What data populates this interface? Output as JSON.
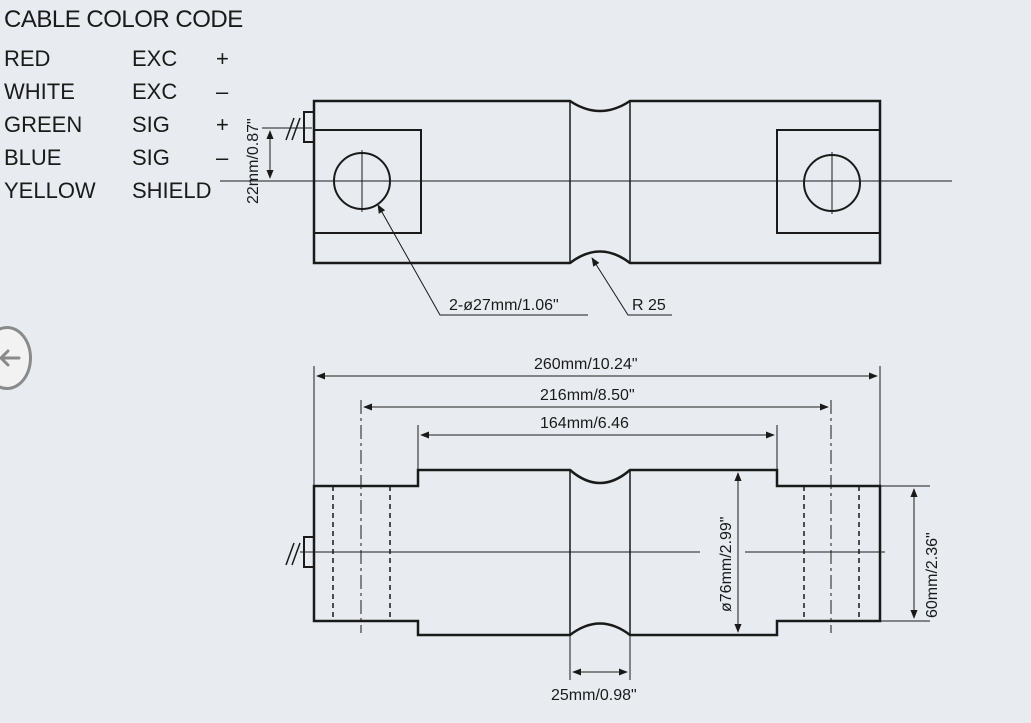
{
  "legend": {
    "title": "CABLE COLOR  CODE",
    "rows": [
      {
        "color": "RED",
        "signal": "EXC",
        "polarity": "+"
      },
      {
        "color": "WHITE",
        "signal": "EXC",
        "polarity": "–"
      },
      {
        "color": "GREEN",
        "signal": "SIG",
        "polarity": "+"
      },
      {
        "color": "BLUE",
        "signal": "SIG",
        "polarity": "–"
      },
      {
        "color": "YELLOW",
        "signal": "SHIELD",
        "polarity": ""
      }
    ]
  },
  "dimensions": {
    "top_height": "22mm/0.87\"",
    "holes": "2-ø27mm/1.06\"",
    "radius": "R 25",
    "overall_length": "260mm/10.24\"",
    "hole_spacing": "216mm/8.50\"",
    "center_length": "164mm/6.46",
    "diameter": "ø76mm/2.99\"",
    "end_height": "60mm/2.36\"",
    "neck_width": "25mm/0.98\""
  },
  "nav": {
    "icon": "arrow-left-icon"
  }
}
